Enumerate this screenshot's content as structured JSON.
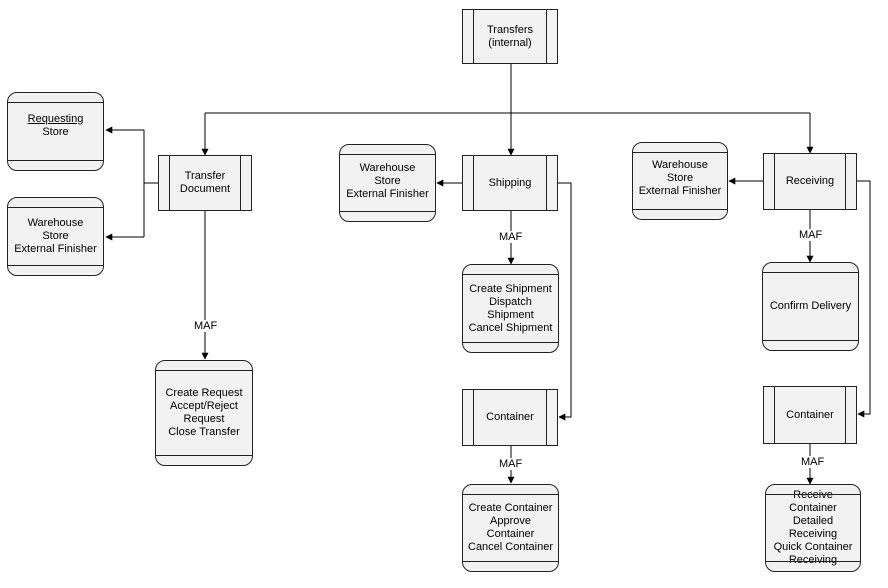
{
  "root": {
    "line1": "Transfers",
    "line2": "(internal)"
  },
  "transfer_document": {
    "line1": "Transfer",
    "line2": "Document"
  },
  "requesting_store": {
    "line1": "Requesting",
    "line2": "Store"
  },
  "td_warehouse": {
    "line1": "Warehouse",
    "line2": "Store",
    "line3": "External Finisher"
  },
  "td_actions": {
    "line1": "Create Request",
    "line2": "Accept/Reject",
    "line3": "Request",
    "line4": "Close Transfer"
  },
  "shipping": {
    "label": "Shipping"
  },
  "sh_warehouse": {
    "line1": "Warehouse",
    "line2": "Store",
    "line3": "External Finisher"
  },
  "sh_actions": {
    "line1": "Create Shipment",
    "line2": "Dispatch Shipment",
    "line3": "Cancel Shipment"
  },
  "sh_container": {
    "label": "Container"
  },
  "sh_container_actions": {
    "line1": "Create Container",
    "line2": "Approve Container",
    "line3": "Cancel Container"
  },
  "receiving": {
    "label": "Receiving"
  },
  "rc_warehouse": {
    "line1": "Warehouse",
    "line2": "Store",
    "line3": "External Finisher"
  },
  "rc_actions": {
    "line1": "Confirm Delivery"
  },
  "rc_container": {
    "label": "Container"
  },
  "rc_container_actions": {
    "line1": "Receive Container",
    "line2": "Detailed Receiving",
    "line3": "Quick Container",
    "line4": "Receiving"
  },
  "labels": {
    "maf": "MAF"
  }
}
